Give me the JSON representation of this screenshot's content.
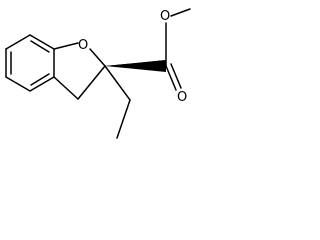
{
  "molecule": {
    "atoms": {
      "ring_oxygen": "O",
      "carbonyl_oxygen": "O",
      "ester_oxygen": "O"
    }
  },
  "colors": {
    "bond": "#000000",
    "label": "#000000",
    "background": "#ffffff"
  }
}
